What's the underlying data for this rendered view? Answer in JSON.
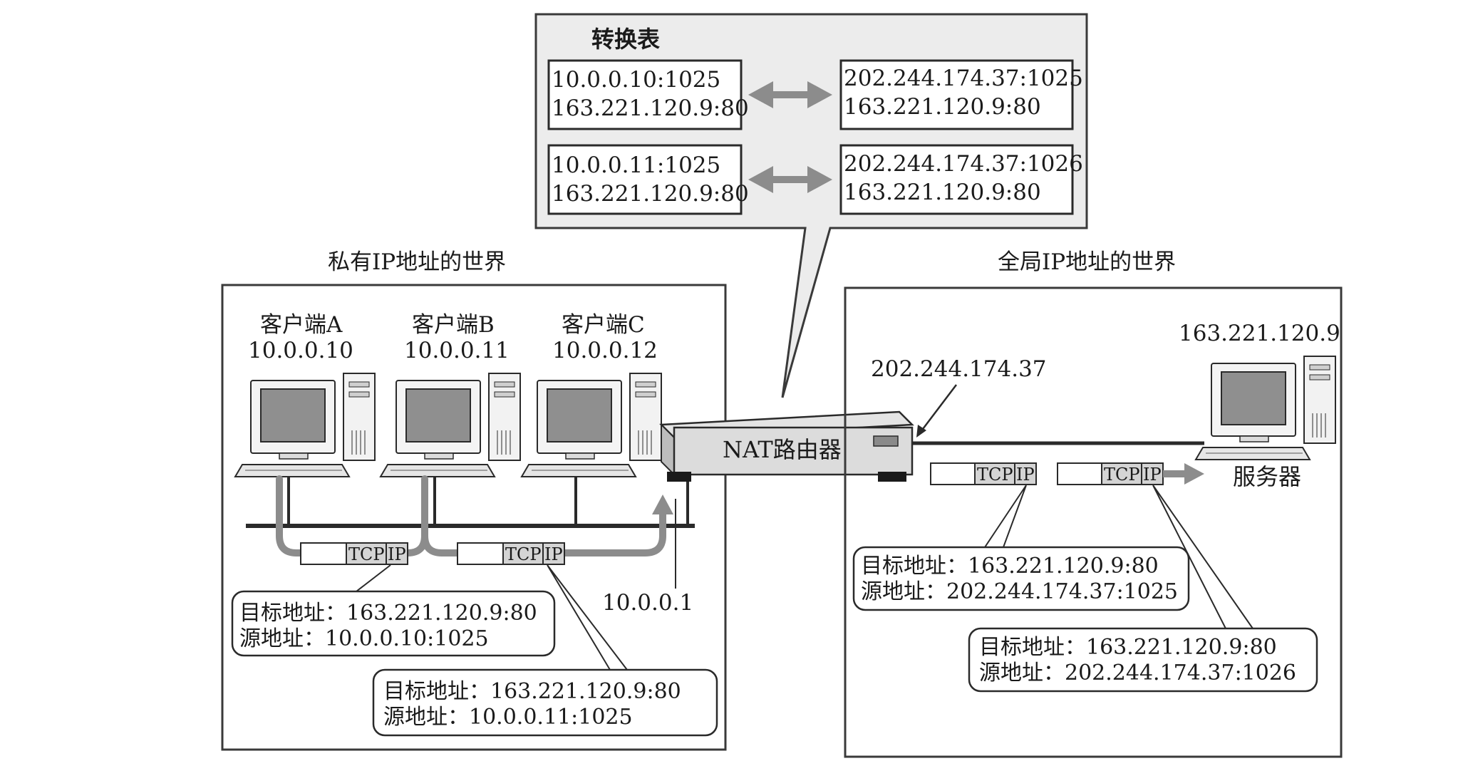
{
  "callout": {
    "title": "转换表",
    "rows": [
      {
        "private_line1": "10.0.0.10:1025",
        "private_line2": "163.221.120.9:80",
        "global_line1": "202.244.174.37:1025",
        "global_line2": "163.221.120.9:80"
      },
      {
        "private_line1": "10.0.0.11:1025",
        "private_line2": "163.221.120.9:80",
        "global_line1": "202.244.174.37:1026",
        "global_line2": "163.221.120.9:80"
      }
    ]
  },
  "private_world": {
    "title": "私有IP地址的世界",
    "clients": [
      {
        "name": "客户端A",
        "ip": "10.0.0.10"
      },
      {
        "name": "客户端B",
        "ip": "10.0.0.11"
      },
      {
        "name": "客户端C",
        "ip": "10.0.0.12"
      }
    ],
    "gateway_ip": "10.0.0.1",
    "packets": [
      {
        "tcp": "TCP",
        "ip": "IP"
      },
      {
        "tcp": "TCP",
        "ip": "IP"
      }
    ],
    "labels": [
      {
        "dest": "目标地址：163.221.120.9:80",
        "src": "源地址：10.0.0.10:1025"
      },
      {
        "dest": "目标地址：163.221.120.9:80",
        "src": "源地址：10.0.0.11:1025"
      }
    ]
  },
  "router": {
    "label": "NAT路由器"
  },
  "global_world": {
    "title": "全局IP地址的世界",
    "router_ip": "202.244.174.37",
    "server_ip": "163.221.120.9",
    "server_label": "服务器",
    "packets": [
      {
        "tcp": "TCP",
        "ip": "IP"
      },
      {
        "tcp": "TCP",
        "ip": "IP"
      }
    ],
    "labels": [
      {
        "dest": "目标地址：163.221.120.9:80",
        "src": "源地址：202.244.174.37:1025"
      },
      {
        "dest": "目标地址：163.221.120.9:80",
        "src": "源地址：202.244.174.37:1026"
      }
    ]
  },
  "colors": {
    "panel_fill": "#ececec",
    "box_border": "#3a3a3a",
    "arrow": "#8c8c8c",
    "ip_box": "#d4d4d4",
    "screen": "#8f8f8f"
  }
}
